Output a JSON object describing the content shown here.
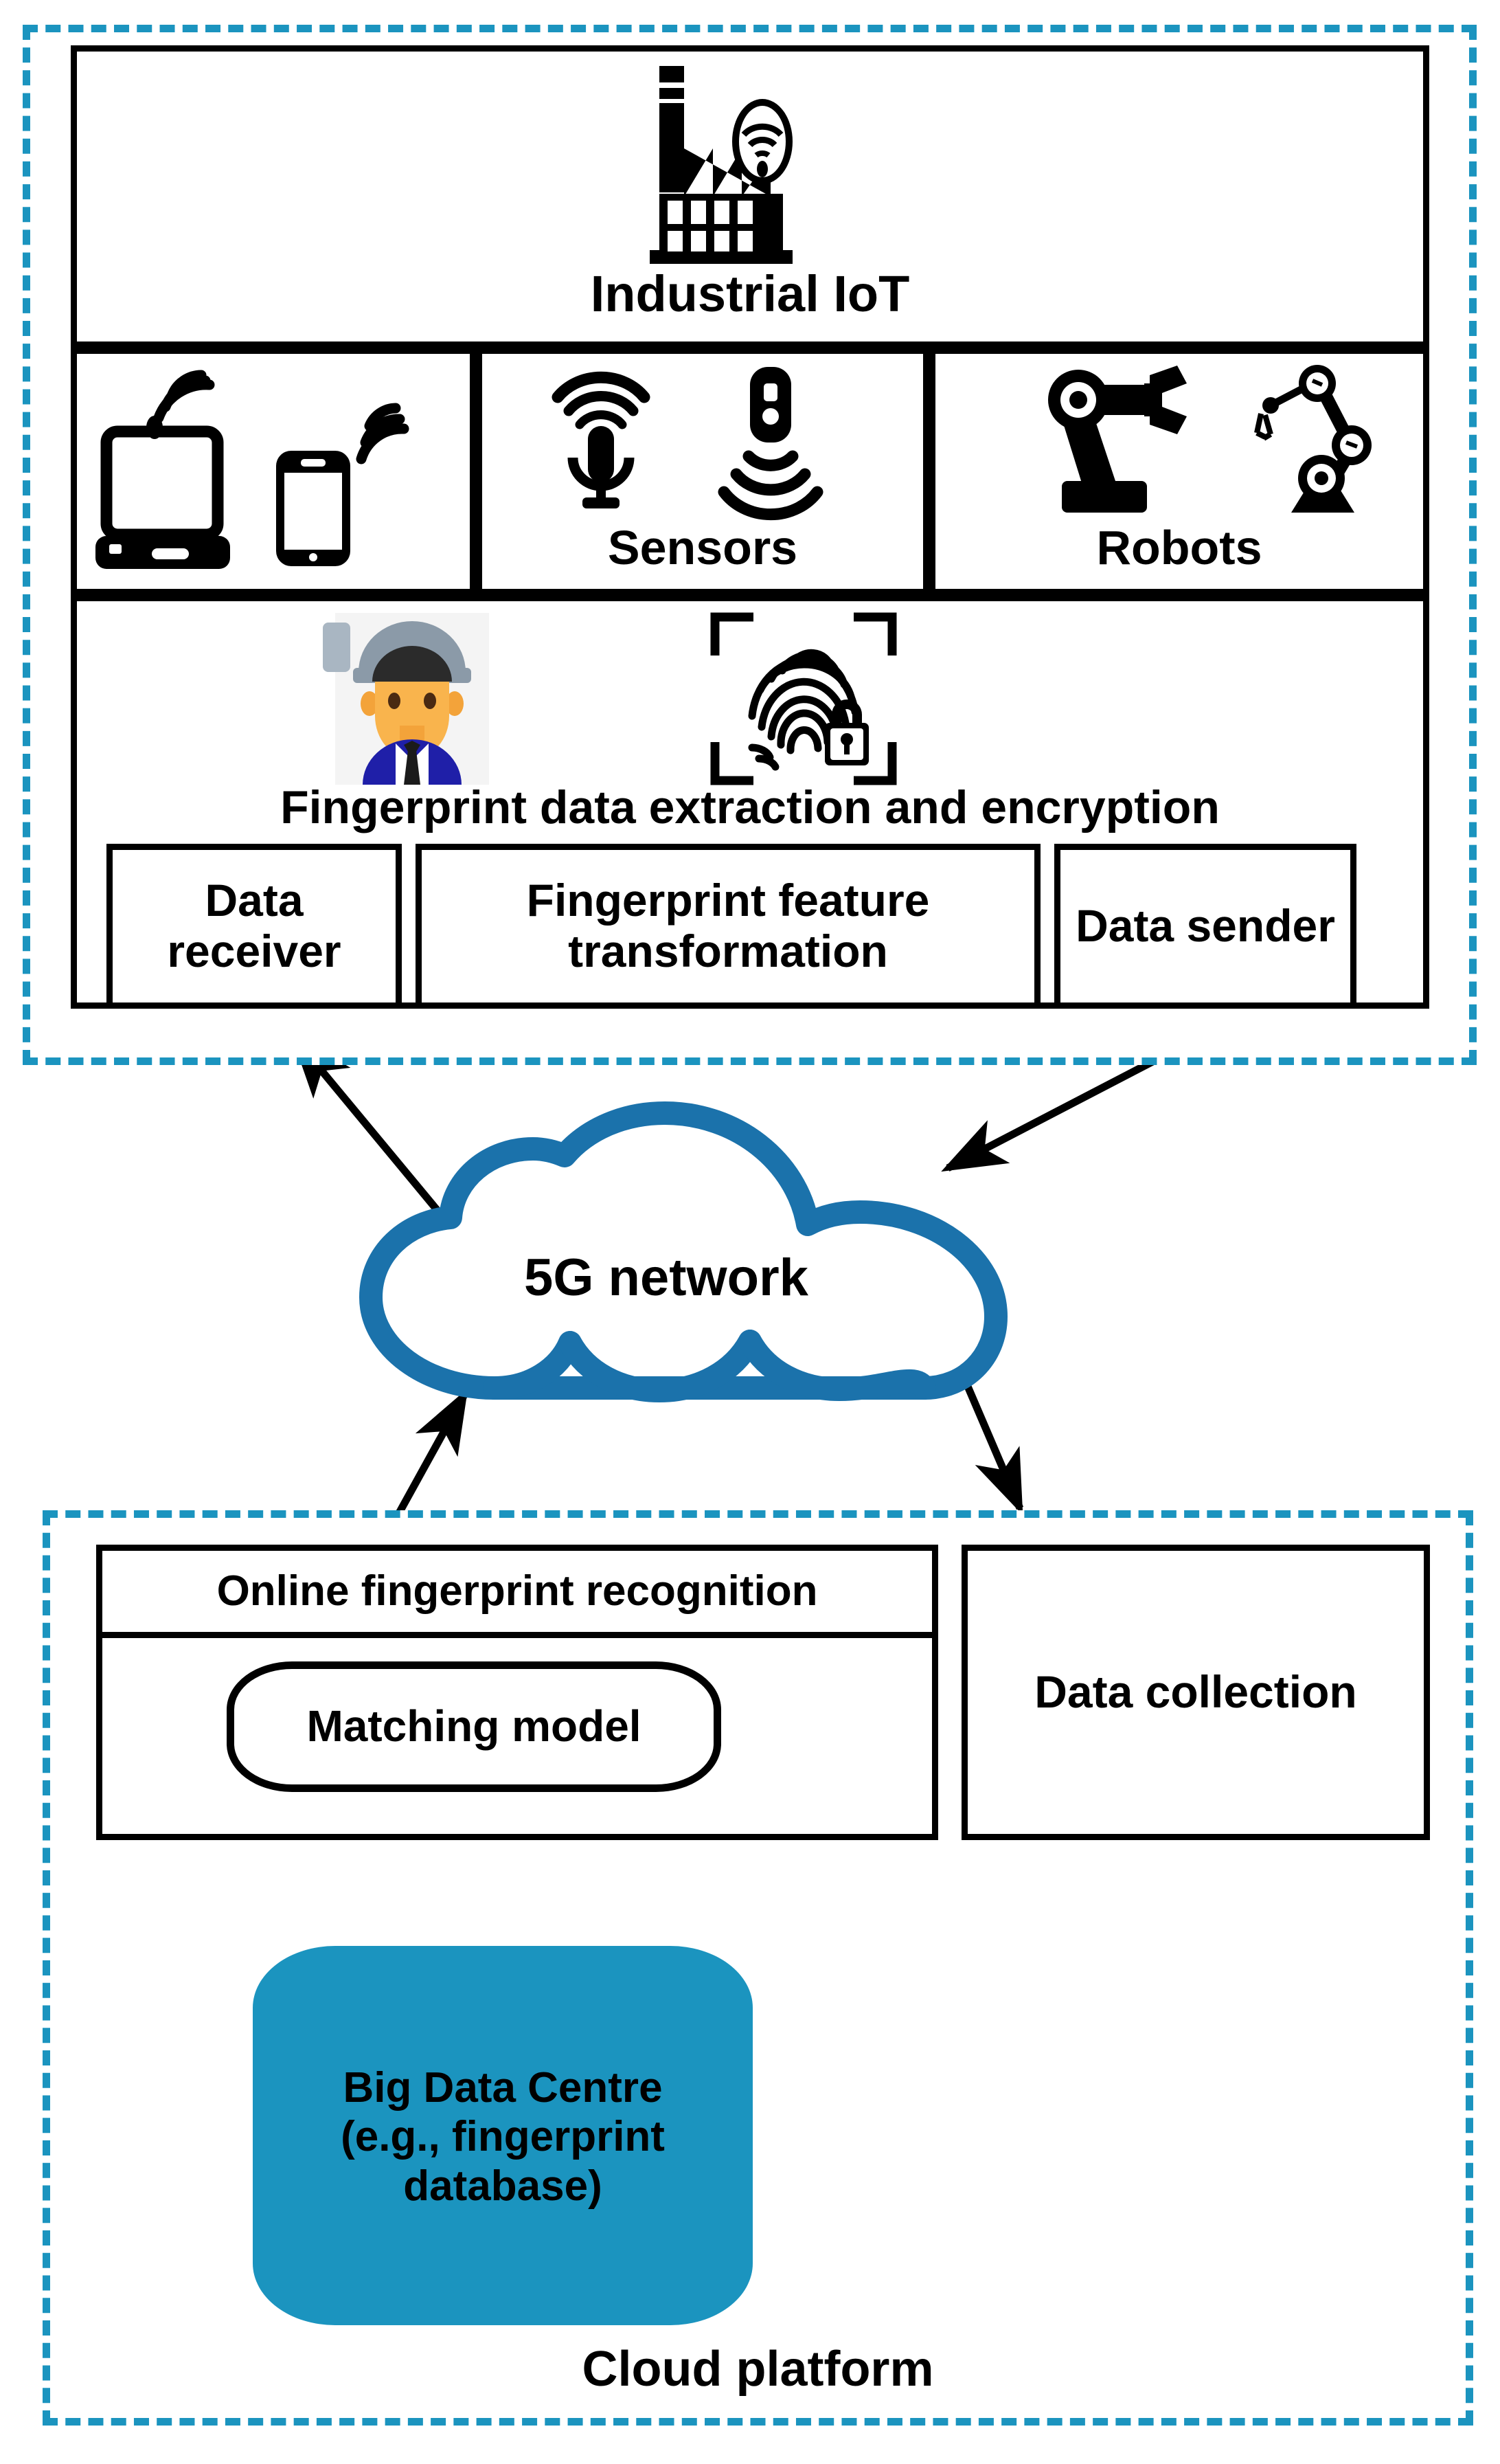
{
  "diagram": {
    "title": "Industrial IoT fingerprint recognition over 5G and cloud platform",
    "colors": {
      "dashed_border": "#1b94bf",
      "cylinder_fill": "#1b94bf",
      "cloud_outline": "#1b72ab",
      "box_stroke": "#000000",
      "background": "#ffffff"
    }
  },
  "edge_layer": {
    "name": "industrial-iot-edge",
    "title": "Industrial IoT",
    "title_icon": "factory-wifi-icon",
    "devices_cell": {
      "label": "",
      "icons": [
        "laptop-wifi-icon",
        "smartphone-wifi-icon"
      ]
    },
    "sensors_cell": {
      "label": "Sensors",
      "icons": [
        "microphone-sensor-icon",
        "wireless-sensor-icon"
      ]
    },
    "robots_cell": {
      "label": "Robots",
      "icons": [
        "robot-arm-gripper-icon",
        "robot-arm-articulated-icon"
      ]
    },
    "fingerprint_section": {
      "label": "Fingerprint data extraction and encryption",
      "icons": [
        "worker-hardhat-icon",
        "arrow-right-icon",
        "fingerprint-lock-scan-icon"
      ],
      "boxes": [
        {
          "label": "Data receiver",
          "name": "data-receiver"
        },
        {
          "label": "Fingerprint feature transformation",
          "name": "fingerprint-feature-transformation"
        },
        {
          "label": "Data sender",
          "name": "data-sender"
        }
      ]
    }
  },
  "network": {
    "label": "5G network",
    "shape": "cloud"
  },
  "cloud_layer": {
    "label": "Cloud platform",
    "recognition_box": {
      "label": "Online fingerprint recognition",
      "inner_label": "Matching model"
    },
    "data_collection_box": {
      "label": "Data collection"
    },
    "database": {
      "lines": [
        "Big Data Centre",
        "(e.g., fingerprint",
        "database)"
      ],
      "shape": "cylinder"
    }
  },
  "connections": [
    {
      "from": "data-sender",
      "to": "5g-network",
      "name": "sender-to-network-arrow"
    },
    {
      "from": "5g-network",
      "to": "data-receiver",
      "name": "network-to-receiver-arrow"
    },
    {
      "from": "5g-network",
      "to": "data-collection",
      "name": "network-to-collection-arrow"
    },
    {
      "from": "online-fingerprint-recognition",
      "to": "5g-network",
      "name": "recognition-to-network-arrow"
    },
    {
      "from": "big-data-centre",
      "to": "matching-model",
      "name": "database-to-matching-arrow"
    },
    {
      "from": "data-collection",
      "to": "matching-model",
      "name": "collection-to-matching-arrow"
    },
    {
      "from": "worker",
      "to": "fingerprint-scan",
      "name": "worker-to-fingerprint-arrow"
    }
  ]
}
